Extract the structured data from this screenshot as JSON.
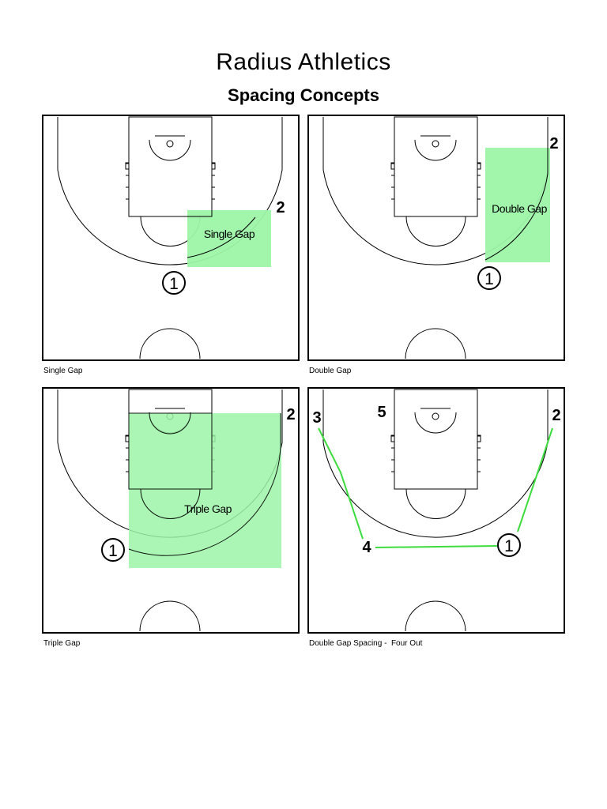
{
  "header": {
    "title": "Radius Athletics",
    "subtitle": "Spacing Concepts"
  },
  "colors": {
    "zone_fill": "#9cf5a8",
    "pass_line": "#3ddc3d",
    "court_line": "#000000"
  },
  "diagrams": [
    {
      "caption": "Single Gap",
      "zone_label": "Single Gap",
      "players": [
        {
          "label": "1",
          "circled": true
        },
        {
          "label": "2",
          "circled": false
        }
      ]
    },
    {
      "caption": "Double Gap",
      "zone_label": "Double Gap",
      "players": [
        {
          "label": "1",
          "circled": true
        },
        {
          "label": "2",
          "circled": false
        }
      ]
    },
    {
      "caption": "Triple Gap",
      "zone_label": "Triple Gap",
      "players": [
        {
          "label": "1",
          "circled": true
        },
        {
          "label": "2",
          "circled": false
        }
      ]
    },
    {
      "caption": "Double Gap Spacing -  Four Out",
      "zone_label": "",
      "players": [
        {
          "label": "1",
          "circled": true
        },
        {
          "label": "2",
          "circled": false
        },
        {
          "label": "3",
          "circled": false
        },
        {
          "label": "4",
          "circled": false
        },
        {
          "label": "5",
          "circled": false
        }
      ]
    }
  ]
}
